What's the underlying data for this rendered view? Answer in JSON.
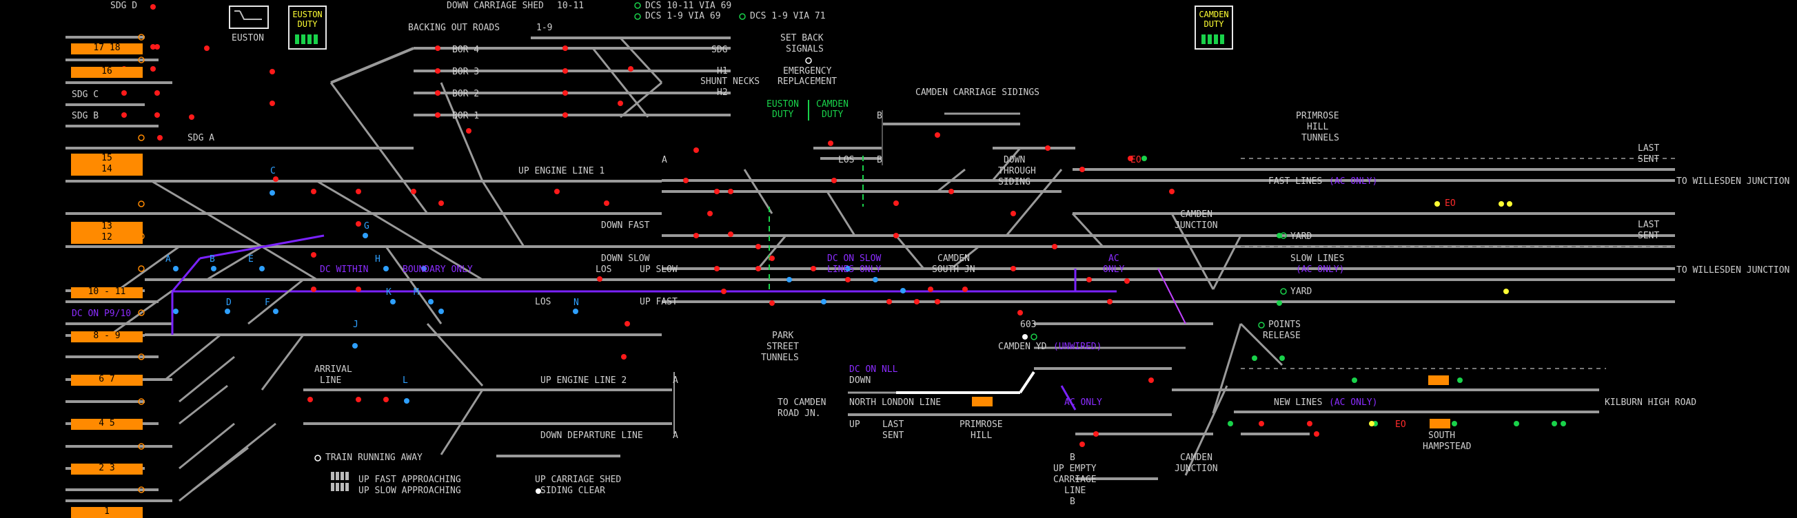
{
  "colors": {
    "track": "#9a9a9a",
    "dc_track": "#7a22ff",
    "signal_red": "#ff1a1a",
    "signal_green": "#19d24a",
    "signal_yellow": "#ffff33",
    "platform": "#ff8a00",
    "berth_blue": "#2ea0ff"
  },
  "duty_panels": [
    {
      "name": "euston-duty-panel",
      "line1": "EUSTON",
      "line2": "DUTY"
    },
    {
      "name": "camden-duty-panel",
      "line1": "CAMDEN",
      "line2": "DUTY"
    }
  ],
  "platforms": [
    "17 18",
    "16",
    "15",
    "14",
    "13",
    "12",
    "10 - 11",
    "8 - 9",
    "6 7",
    "4 5",
    "2 3",
    "1"
  ],
  "labels": {
    "sdg_d": "SDG D",
    "euston": "EUSTON",
    "sdg_c": "SDG C",
    "sdg_b": "SDG B",
    "sdg_a": "SDG A",
    "down_carriage_shed": "DOWN CARRIAGE SHED",
    "ten_eleven": "10-11",
    "one_nine": "1-9",
    "backing_out_roads": "BACKING OUT ROADS",
    "bor4": "BOR 4",
    "bor3": "BOR 3",
    "bor2": "BOR 2",
    "bor1": "BOR 1",
    "dcs1011": "DCS 10-11 VIA 69",
    "dcs19": "DCS 1-9 VIA 69",
    "dcs19b": "DCS 1-9 VIA 71",
    "sdg": "SDG",
    "set_back": "SET BACK",
    "signals": "SIGNALS",
    "emergency": "EMERGENCY",
    "replacement": "REPLACEMENT",
    "h1": "H1",
    "shunt_necks": "SHUNT NECKS",
    "h2": "H2",
    "euston_duty_g1": "EUSTON",
    "euston_duty_g2": "DUTY",
    "camden_duty_g1": "CAMDEN",
    "camden_duty_g2": "DUTY",
    "camden_carriage_sidings": "CAMDEN CARRIAGE SIDINGS",
    "primrose1": "PRIMROSE",
    "primrose2": "HILL",
    "primrose3": "TUNNELS",
    "last_sent_1a": "LAST",
    "last_sent_1b": "SENT",
    "last_sent_2a": "LAST",
    "last_sent_2b": "SENT",
    "to_willesden_1": "TO WILLESDEN JUNCTION",
    "to_willesden_2": "TO WILLESDEN JUNCTION",
    "fast_lines": "FAST LINES",
    "ac_only_1": "(AC ONLY)",
    "slow_lines": "SLOW LINES",
    "ac_only_2": "(AC ONLY)",
    "yard1": "YARD",
    "yard2": "YARD",
    "up_engine_line_1": "UP ENGINE LINE 1",
    "down_fast": "DOWN FAST",
    "down_slow": "DOWN SLOW",
    "up_slow": "UP SLOW",
    "up_fast": "UP FAST",
    "los1": "LOS",
    "los2": "LOS",
    "los3": "LOS",
    "dc_within": "DC WITHIN",
    "boundary_only": "BOUNDARY ONLY",
    "dc_on_slow_1": "DC ON SLOW",
    "dc_on_slow_2": "LINES ONLY",
    "camden_south_1": "CAMDEN",
    "camden_south_2": "SOUTH JN",
    "down_through_1": "DOWN",
    "down_through_2": "THROUGH",
    "down_through_3": "SIDING",
    "camden_junction_1a": "CAMDEN",
    "camden_junction_1b": "JUNCTION",
    "camden_junction_2a": "CAMDEN",
    "camden_junction_2b": "JUNCTION",
    "ac_1": "AC",
    "ac_2": "ONLY",
    "dc_on_p9_10": "DC ON P9/10",
    "park1": "PARK",
    "park2": "STREET",
    "park3": "TUNNELS",
    "six03": "603",
    "camden_yd": "CAMDEN YD",
    "unwired": "(UNWIRED)",
    "points_release_1": "POINTS",
    "points_release_2": "RELEASE",
    "dc_on_nll": "DC ON NLL",
    "down": "DOWN",
    "to_camden_1": "TO CAMDEN",
    "to_camden_2": "ROAD JN.",
    "north_london_line": "NORTH LONDON LINE",
    "up": "UP",
    "last_sent_3a": "LAST",
    "last_sent_3b": "SENT",
    "primrose_hill_1": "PRIMROSE",
    "primrose_hill_2": "HILL",
    "ac_only_3": "AC ONLY",
    "new_lines": "NEW LINES",
    "ac_only_4": "(AC ONLY)",
    "kilburn": "KILBURN HIGH ROAD",
    "south_hampstead_1": "SOUTH",
    "south_hampstead_2": "HAMPSTEAD",
    "eo1": "EO",
    "eo2": "EO",
    "eo3": "EO",
    "up_empty_1": "UP EMPTY",
    "up_empty_2": "CARRIAGE",
    "up_empty_3": "LINE",
    "arrival_1": "ARRIVAL",
    "arrival_2": "LINE",
    "up_engine_line_2": "UP ENGINE LINE 2",
    "down_departure_line": "DOWN DEPARTURE LINE",
    "up_carriage_shed": "UP CARRIAGE SHED",
    "siding_clear": "SIDING CLEAR",
    "train_running_away": "TRAIN RUNNING AWAY",
    "up_fast_approaching": "UP FAST APPROACHING",
    "up_slow_approaching": "UP SLOW APPROACHING",
    "A": "A",
    "B": "B",
    "C": "C",
    "D": "D",
    "E": "E",
    "F": "F",
    "G": "G",
    "H": "H",
    "J": "J",
    "K": "K",
    "L": "L",
    "M": "M",
    "N": "N",
    "A2": "A",
    "A3": "A",
    "B2": "B",
    "B3": "B",
    "B4": "B",
    "B5": "B",
    "A4": "A"
  }
}
